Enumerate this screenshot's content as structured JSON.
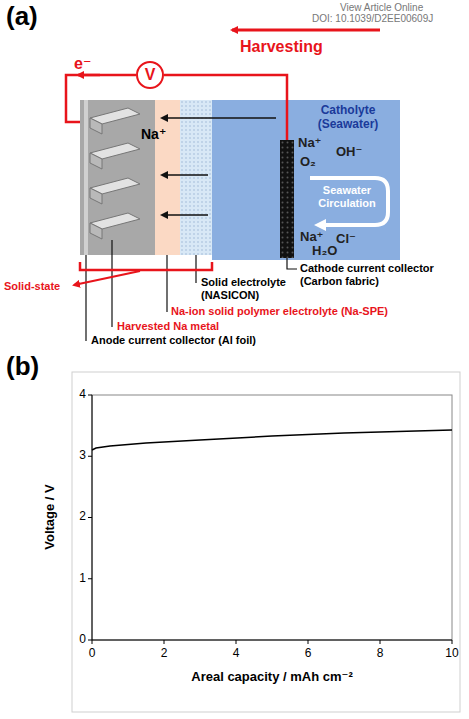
{
  "diagram": {
    "nodes": [
      {
        "text": [
          "V"
        ]
      },
      {
        "text": [
          "Catholyte (Seawater)"
        ]
      }
    ],
    "labels": [
      "(a)",
      "View Article Online",
      "DOI: 10.1039/D2EE00609J",
      "e⁻",
      "Harvesting",
      "Na⁺",
      "Na⁺",
      "O₂",
      "OH⁻",
      "Seawater Circulation",
      "Na⁺",
      "Cl⁻",
      "H₂O",
      "Cathode current collector (Carbon fabric)",
      "Solid-state",
      "Solid electrolyte (NASICON)",
      "Na-ion solid polymer electrolyte (Na-SPE)",
      "Harvested Na metal",
      "Anode current collector (Al foil)",
      "(b)",
      "4",
      "3",
      "2",
      "1",
      "0",
      "0",
      "2",
      "4",
      "6",
      "8",
      "10",
      "Voltage / V",
      "Areal capacity / mAh cm⁻²"
    ]
  }
}
